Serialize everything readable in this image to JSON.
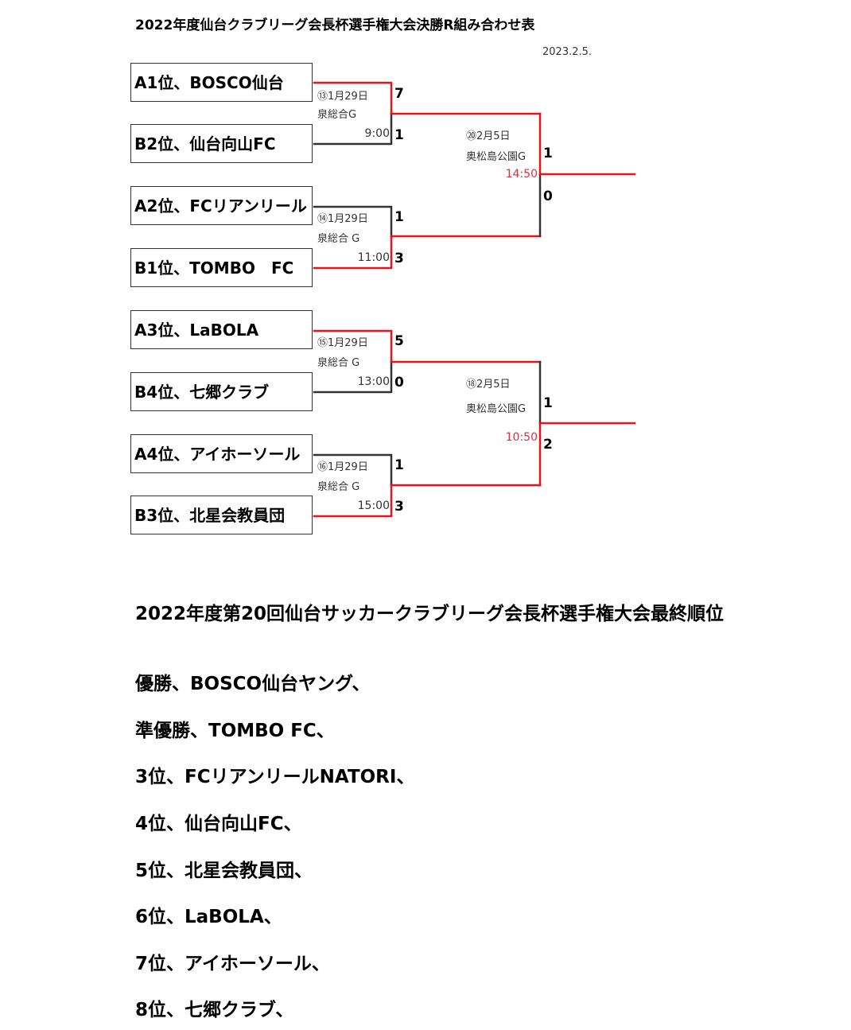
{
  "header": {
    "title": "2022年度仙台クラブリーグ会長杯選手権大会決勝R組み合わせ表",
    "date": "2023.2.5."
  },
  "teams": [
    "A1位、BOSCO仙台",
    "B2位、仙台向山FC",
    "A2位、FCリアンリール",
    "B1位、TOMBO　FC",
    "A3位、LaBOLA",
    "B4位、七郷クラブ",
    "A4位、アイホーソール",
    "B3位、北星会教員団"
  ],
  "matches": [
    {
      "no": "⑬1月29日",
      "venue": "泉総合G",
      "time": "9:00",
      "score_top": "7",
      "score_bottom": "1"
    },
    {
      "no": "⑭1月29日",
      "venue": "泉総合 G",
      "time": "11:00",
      "score_top": "1",
      "score_bottom": "3"
    },
    {
      "no": "⑮1月29日",
      "venue": "泉総合 G",
      "time": "13:00",
      "score_top": "5",
      "score_bottom": "0"
    },
    {
      "no": "⑯1月29日",
      "venue": "泉総合 G",
      "time": "15:00",
      "score_top": "1",
      "score_bottom": "3"
    }
  ],
  "finals": [
    {
      "no": "⑳2月5日",
      "venue": "奥松島公園G",
      "time": "14:50",
      "score_top": "1",
      "score_bottom": "0"
    },
    {
      "no": "⑱2月5日",
      "venue": "奥松島公園G",
      "time": "10:50",
      "score_top": "1",
      "score_bottom": "2"
    }
  ],
  "colors": {
    "winner_line": "#e8131b",
    "loser_line": "#333333",
    "time_red": "#d9333f"
  },
  "standings": {
    "title": "2022年度第20回仙台サッカークラブリーグ会長杯選手権大会最終順位",
    "items": [
      "優勝、BOSCO仙台ヤング、",
      "準優勝、TOMBO FC、",
      "3位、FCリアンリールNATORI、",
      "4位、仙台向山FC、",
      "5位、北星会教員団、",
      "6位、LaBOLA、",
      "7位、アイホーソール、",
      "8位、七郷クラブ、"
    ]
  }
}
